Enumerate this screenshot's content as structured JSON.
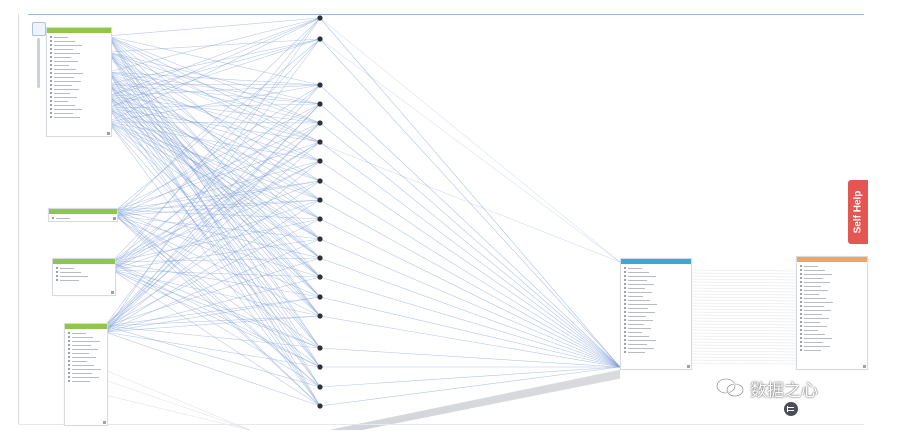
{
  "self_help": {
    "label": "Self Help"
  },
  "watermark": {
    "text": "数据之心",
    "icon": "wechat-icon"
  },
  "colors": {
    "edge": "#7f9fd9",
    "edge_gray": "#b9bec5",
    "node_dot": "#2f3235",
    "source_header": "#8fc64e",
    "target_header_blue": "#39a9cf",
    "target_header_orange": "#f0a462",
    "self_help_bg": "#e45651"
  },
  "icons": {
    "bottom_menu": "list-circle-icon",
    "zoom": "zoom-slider"
  }
}
